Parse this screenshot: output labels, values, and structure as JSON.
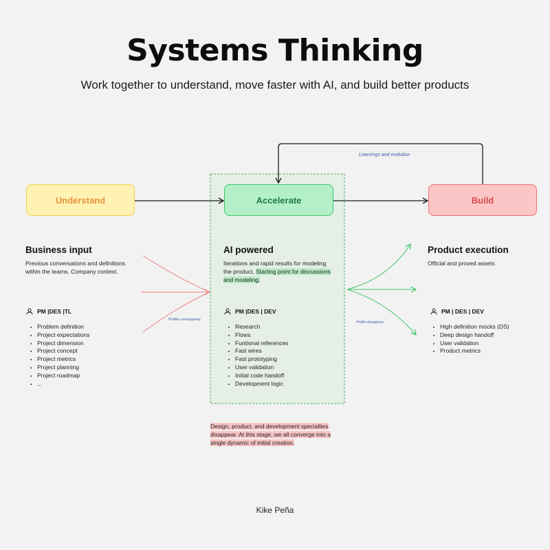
{
  "header": {
    "title": "Systems Thinking",
    "subtitle": "Work together to understand, move faster with AI, and build better products"
  },
  "stages": {
    "understand": "Understand",
    "accelerate": "Accelerate",
    "build": "Build"
  },
  "flow_labels": {
    "feedback": "Learnings and evolution",
    "convergence": "Profiles convergence",
    "divergence": "Profile divergence"
  },
  "columns": {
    "understand": {
      "heading": "Business input",
      "description": "Previous conversations and definitions within the teams. Company context.",
      "roles": "PM |DES |TL",
      "items": [
        "Problem definition",
        "Project expectations",
        "Project dimension",
        "Project concept",
        "Project metrics",
        "Project planning",
        "Project roadmap",
        "..."
      ]
    },
    "accelerate": {
      "heading": "AI powered",
      "description_plain": "Iterations and rapid results for modeling the product. ",
      "description_highlight": "Starting point for discussions and modeling.",
      "roles": "PM |DES | DEV",
      "items": [
        "Research",
        "Flows",
        "Funtional references",
        "Fast wires",
        "Fast prototyping",
        "User validation",
        "Initial code handoff",
        "Development logic"
      ]
    },
    "build": {
      "heading": "Product execution",
      "description": "Official and proved assets",
      "roles": "PM | DES | DEV",
      "items": [
        "High definition mocks (DS)",
        "Deep design handoff",
        "User validation",
        "Product metrics"
      ]
    }
  },
  "note": "Design, product, and development specialties disappear. At this stage, we all converge into a single dynamic of initial creation.",
  "author": "Kike Peña",
  "colors": {
    "understand_fill": "#fff2b3",
    "understand_stroke": "#f3d34a",
    "understand_text": "#e8923a",
    "accelerate_fill": "#b3f0c8",
    "accelerate_stroke": "#3cc566",
    "build_fill": "#fcc6c6",
    "build_stroke": "#ea6f6f",
    "convergence_lines": "#ef8080",
    "divergence_lines": "#3cc566"
  },
  "icons": {
    "roles": "person-icon"
  }
}
